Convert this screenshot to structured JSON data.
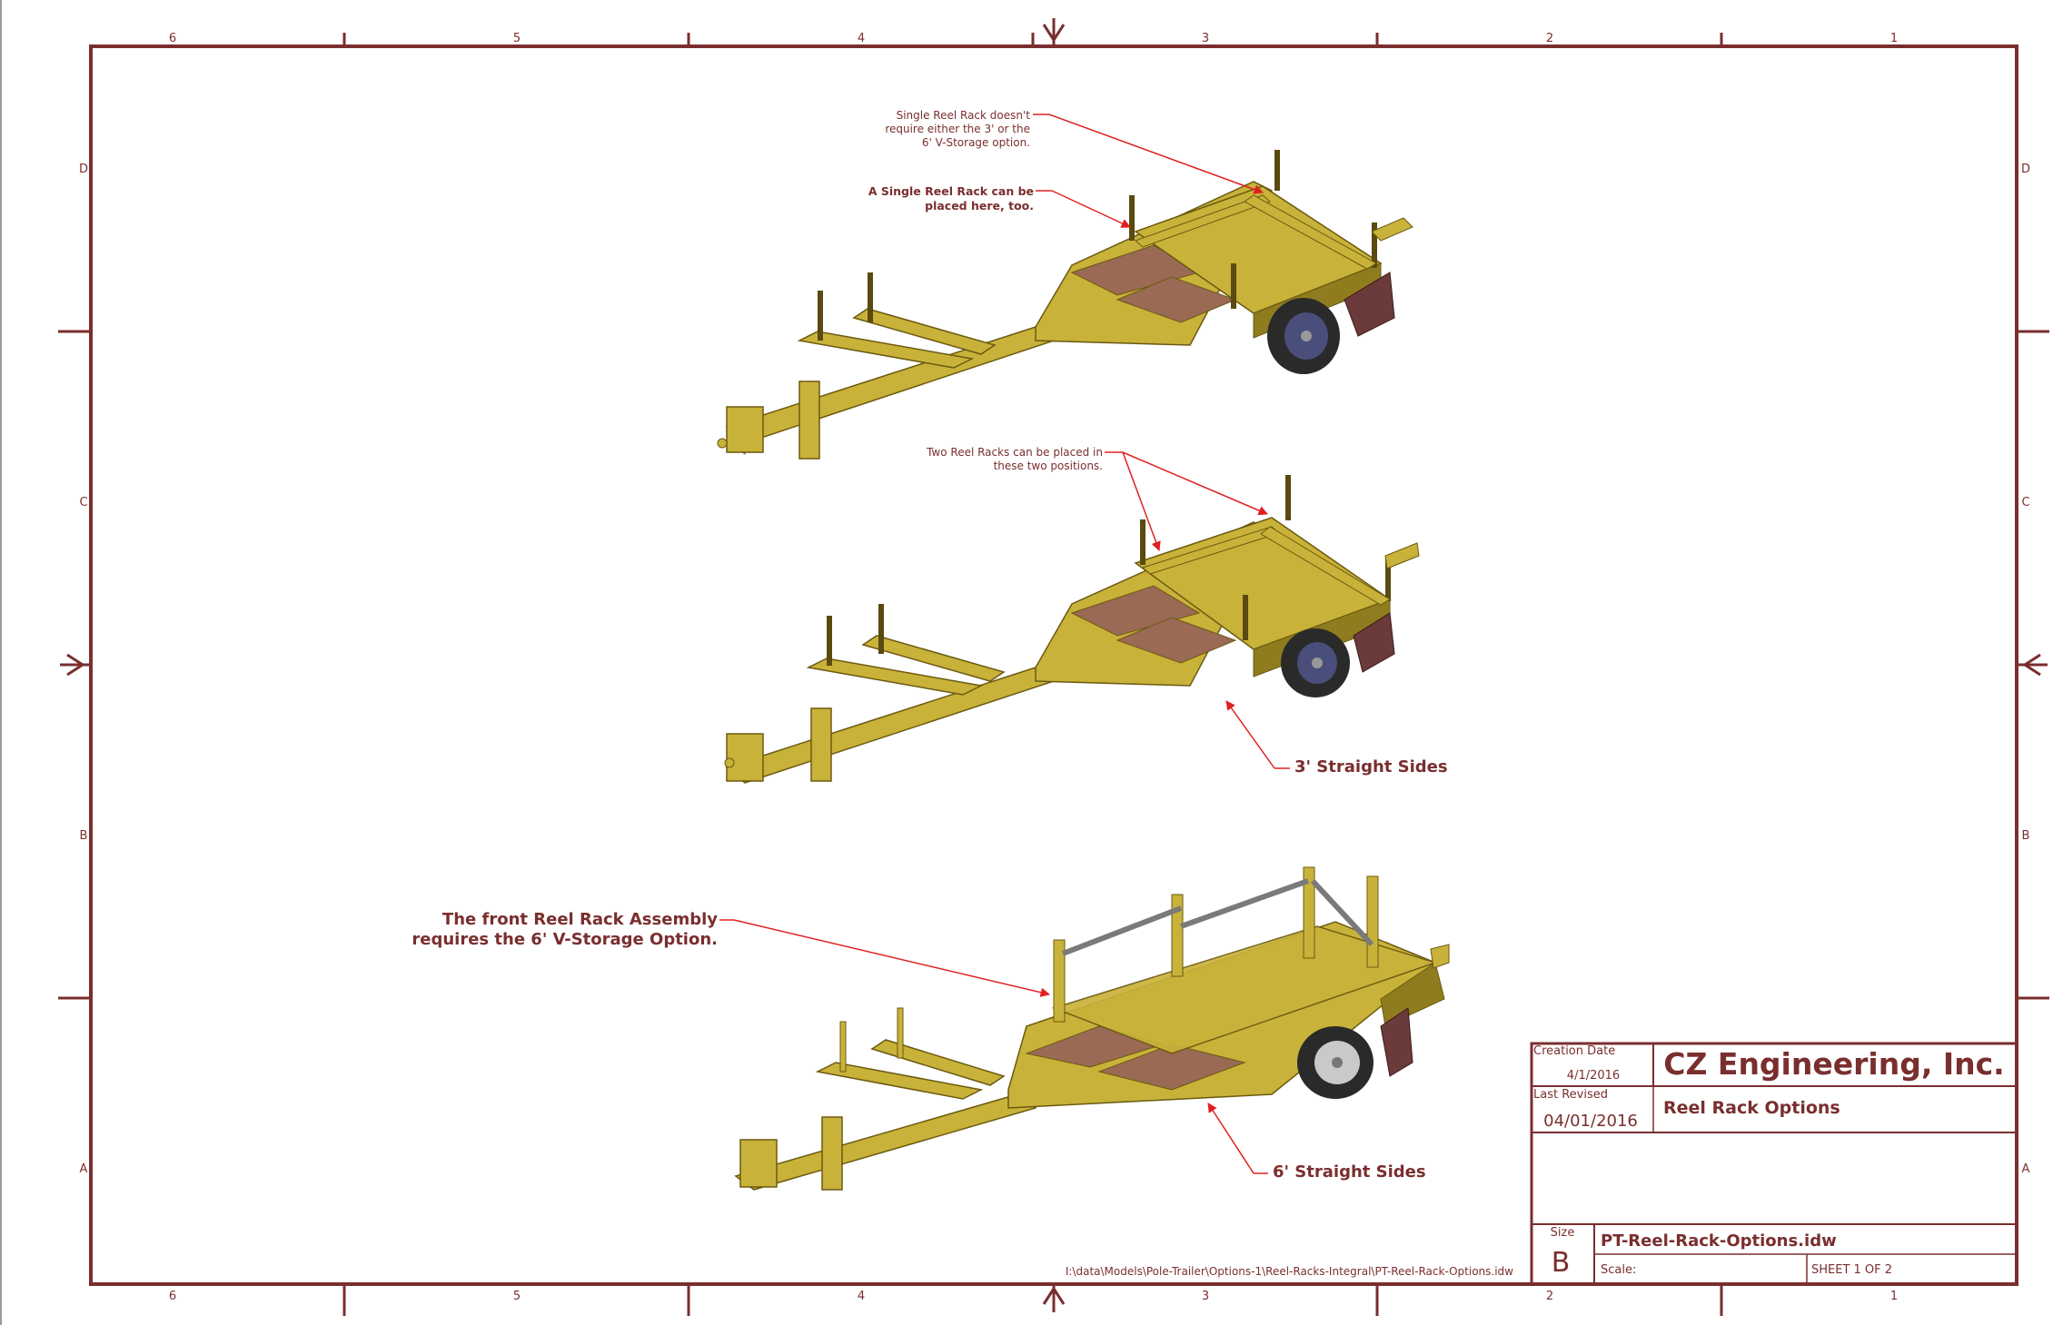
{
  "border": {
    "columns_top": [
      "6",
      "5",
      "4",
      "3",
      "2",
      "1"
    ],
    "columns_bottom": [
      "6",
      "5",
      "4",
      "3",
      "2",
      "1"
    ],
    "rows_left": [
      "D",
      "C",
      "B",
      "A"
    ],
    "rows_right": [
      "D",
      "C",
      "B",
      "A"
    ]
  },
  "views": [
    {
      "callouts": [
        [
          "Single Reel Rack doesn't",
          "require either the 3' or the",
          "6' V-Storage option."
        ],
        [
          "A Single Reel Rack can be",
          "placed here, too."
        ]
      ]
    },
    {
      "callouts": [
        [
          "Two Reel Racks can be placed in",
          "these two positions."
        ]
      ],
      "side_label": "3' Straight Sides"
    },
    {
      "callouts": [
        [
          "The front Reel Rack Assembly",
          "requires the 6' V-Storage Option."
        ]
      ],
      "side_label": "6' Straight Sides"
    }
  ],
  "file_path": "I:\\data\\Models\\Pole-Trailer\\Options-1\\Reel-Racks-Integral\\PT-Reel-Rack-Options.idw",
  "title_block": {
    "creation_date_label": "Creation Date",
    "creation_date": "4/1/2016",
    "company": "CZ Engineering, Inc.",
    "last_revised_label": "Last Revised",
    "last_revised": "04/01/2016",
    "title": "Reel Rack Options",
    "size_label": "Size",
    "size": "B",
    "filename": "PT-Reel-Rack-Options.idw",
    "scale_label": "Scale:",
    "sheet": "SHEET 1  OF 2"
  },
  "colors": {
    "frame": "#7a2e2e",
    "trailer_body": "#c9b23a",
    "trailer_shadow": "#8f7c1e",
    "deck_wood": "#9a6a55",
    "tire": "#2a2a2a",
    "callout_arrow": "#e02020"
  }
}
